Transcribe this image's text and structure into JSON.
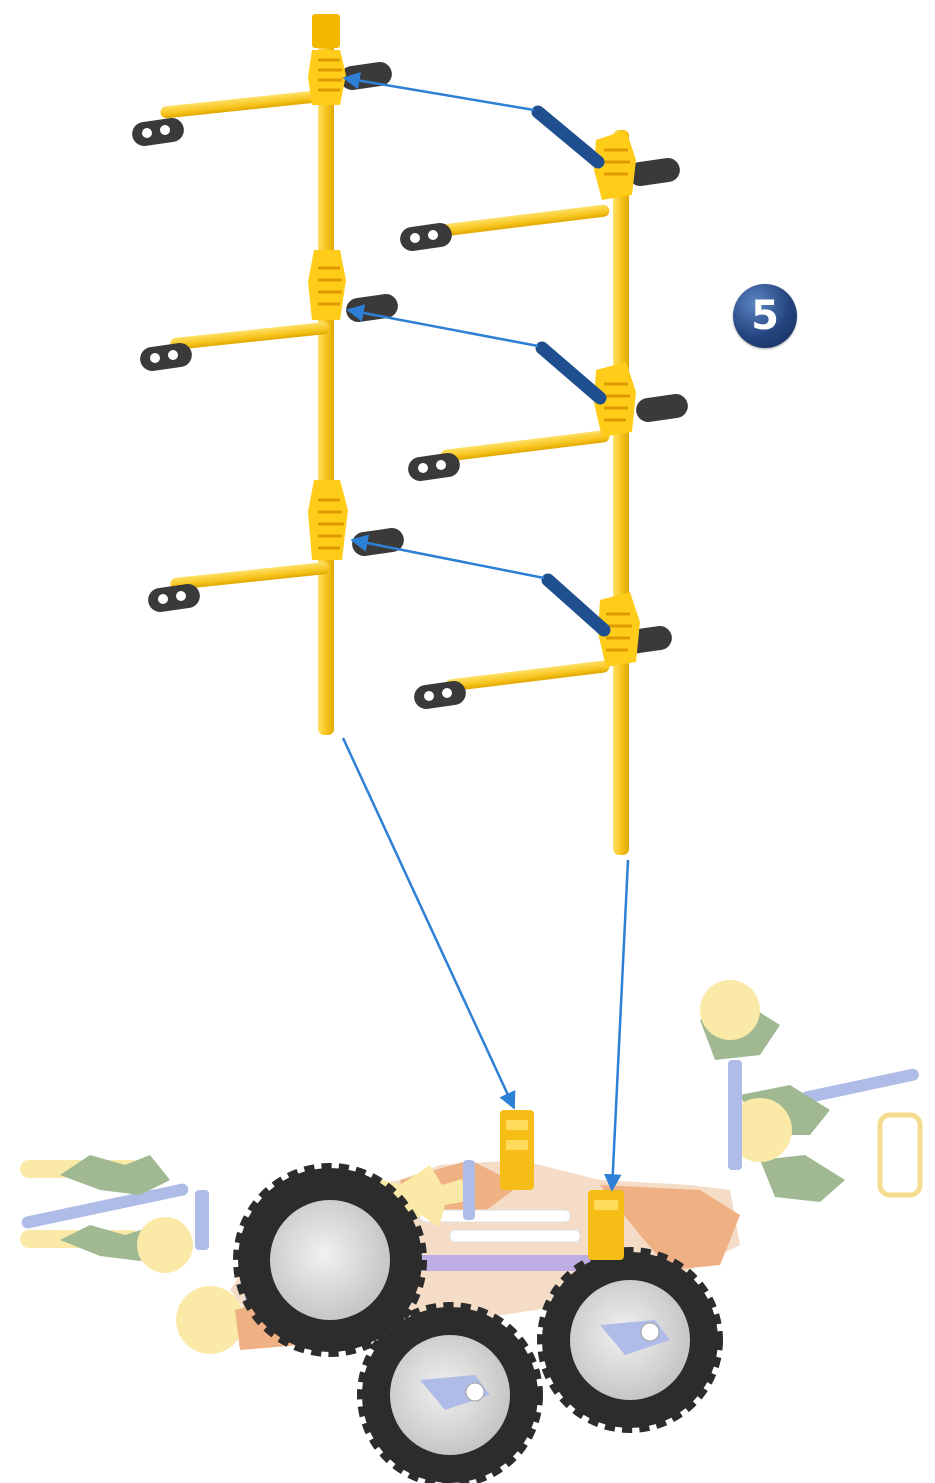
{
  "step": {
    "number": "5"
  },
  "colors": {
    "background": "#ffffff",
    "rod": "#f7c51e",
    "rod_shade": "#e0a800",
    "connector": "#f5b800",
    "end_cap": "#3a3a3a",
    "diagonal_rod": "#1f4f8f",
    "arrow": "#2e7fd6",
    "badge": "#24447f",
    "base_orange": "#eea978",
    "base_green": "#98b38a",
    "base_lavender": "#a9b6e6",
    "base_yellow": "#fbe9a0",
    "tire": "#1a1a1a",
    "hub": "#d9d9d9"
  },
  "icons": {
    "step_badge": "step-number-circle",
    "arrow": "assembly-arrow"
  }
}
